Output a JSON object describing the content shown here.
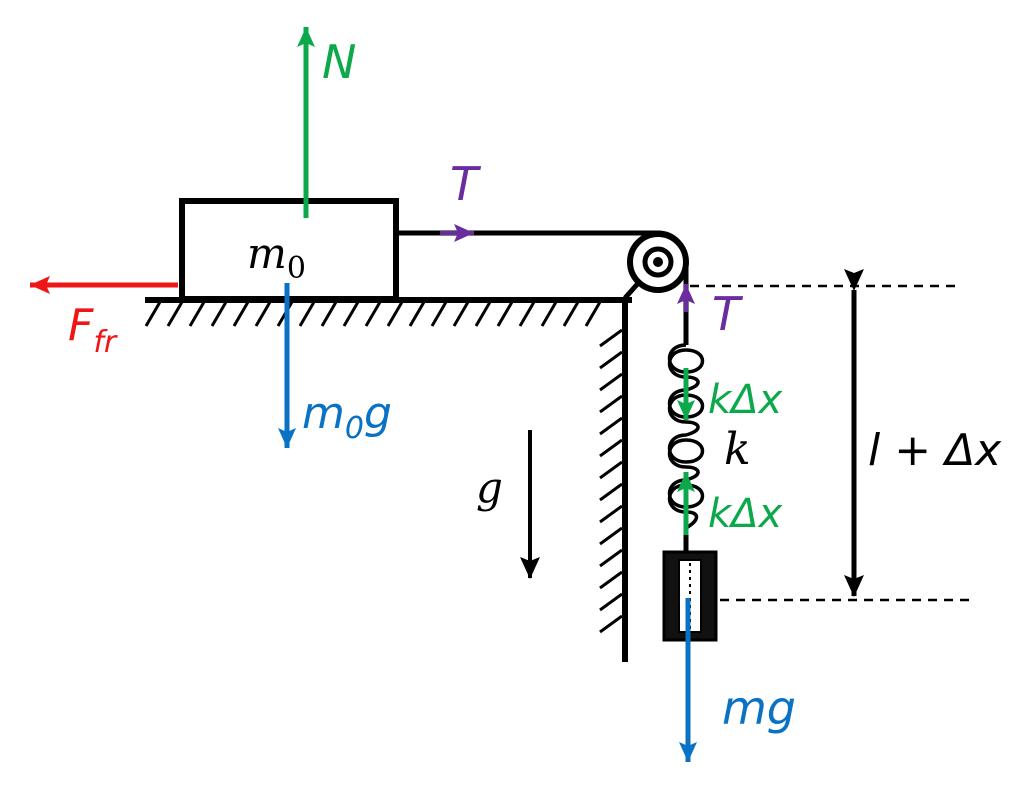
{
  "colors": {
    "normal_force": "#0ca94a",
    "weight": "#0a72c4",
    "friction": "#f01616",
    "tension": "#6a2c9e",
    "outline": "#000000"
  },
  "labels": {
    "normal": "N",
    "tension_top": "T",
    "block": {
      "base": "m",
      "sub": "0"
    },
    "friction": {
      "base": "F",
      "sub": "fr"
    },
    "block_weight": {
      "base": "m",
      "sub": "0",
      "tail": "g"
    },
    "gravity": "g",
    "tension_side": "T",
    "spring_force_top": "kΔx",
    "spring_constant": "k",
    "spring_force_bottom": "kΔx",
    "length": "l + Δx",
    "hanging_weight": "mg"
  }
}
